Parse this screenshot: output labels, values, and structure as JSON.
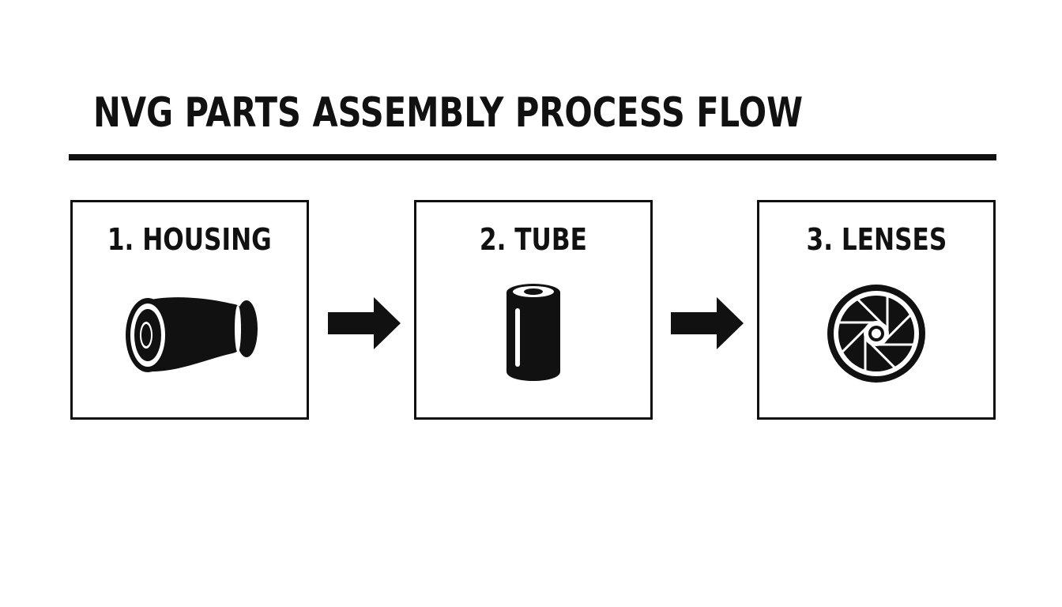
{
  "title": "NVG PARTS ASSEMBLY PROCESS FLOW",
  "steps": [
    {
      "label": "1. HOUSING",
      "icon": "housing-icon"
    },
    {
      "label": "2. TUBE",
      "icon": "tube-icon"
    },
    {
      "label": "3. LENSES",
      "icon": "lens-aperture-icon"
    }
  ],
  "colors": {
    "ink": "#111111",
    "background": "#ffffff"
  }
}
